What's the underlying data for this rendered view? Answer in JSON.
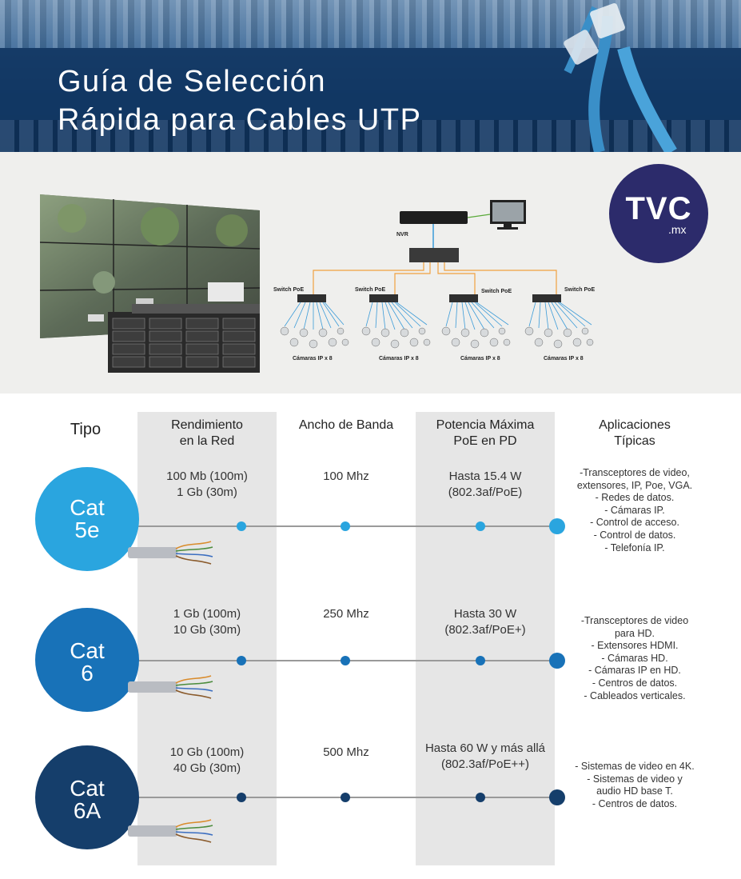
{
  "header": {
    "title_line1": "Guía de Selección",
    "title_line2": "Rápida para Cables UTP"
  },
  "logo": {
    "text": "TVC",
    "suffix": ".mx"
  },
  "diagram": {
    "nvr_label": "NVR",
    "switch_label": "Switch PoE",
    "cameras_label": "Cámaras IP x 8"
  },
  "colors": {
    "cat5e": "#2aa5df",
    "cat6": "#1872b8",
    "cat6a": "#153e6b",
    "column_bg": "#e6e6e6",
    "logo": "#2c2b6b"
  },
  "table": {
    "headers": {
      "tipo": "Tipo",
      "rendimiento_1": "Rendimiento",
      "rendimiento_2": "en la Red",
      "ancho": "Ancho de Banda",
      "potencia_1": "Potencia Máxima",
      "potencia_2": "PoE en PD",
      "aplicaciones_1": "Aplicaciones",
      "aplicaciones_2": "Típicas"
    },
    "rows": [
      {
        "type_1": "Cat",
        "type_2": "5e",
        "rend_1": "100 Mb (100m)",
        "rend_2": "1 Gb (30m)",
        "ancho": "100 Mhz",
        "pot_1": "Hasta 15.4 W",
        "pot_2": "(802.3af/PoE)",
        "apps": [
          "-Transceptores de video,",
          "extensores, IP, Poe, VGA.",
          "- Redes de datos.",
          "- Cámaras IP.",
          "- Control de acceso.",
          "- Control de datos.",
          "- Telefonía IP."
        ]
      },
      {
        "type_1": "Cat",
        "type_2": "6",
        "rend_1": "1 Gb (100m)",
        "rend_2": "10 Gb (30m)",
        "ancho": "250 Mhz",
        "pot_1": "Hasta 30 W",
        "pot_2": "(802.3af/PoE+)",
        "apps": [
          "-Transceptores de video",
          "para HD.",
          "- Extensores HDMI.",
          "- Cámaras HD.",
          "- Cámaras IP en HD.",
          "- Centros de datos.",
          "- Cableados verticales."
        ]
      },
      {
        "type_1": "Cat",
        "type_2": "6A",
        "rend_1": "10 Gb (100m)",
        "rend_2": "40 Gb (30m)",
        "ancho": "500 Mhz",
        "pot_1": "Hasta 60 W y más allá",
        "pot_2": "(802.3af/PoE++)",
        "apps": [
          "- Sistemas de video en 4K.",
          "- Sistemas de video y",
          "audio HD base T.",
          "- Centros de datos."
        ]
      }
    ]
  }
}
